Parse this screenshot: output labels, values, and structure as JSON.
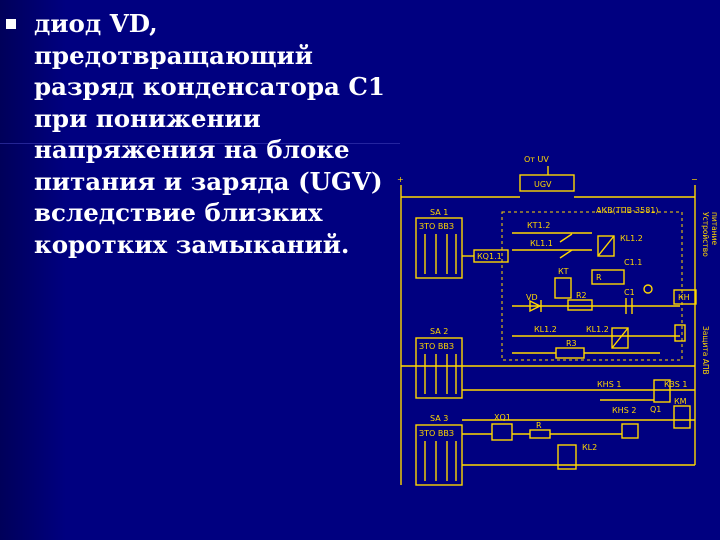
{
  "slide": {
    "lines": [
      "диод VD,",
      "предотвращающий",
      "разряд конденсатора С1",
      "при понижении",
      "напряжения на блоке",
      "питания и заряда (UGV)",
      "вследствие близких",
      "коротких замыканий."
    ]
  },
  "diagram": {
    "plus": "+",
    "minus": "−",
    "top_label": "От UV",
    "ugv": "UGV",
    "sa1": "SA 1",
    "sa2": "SA 2",
    "sa3": "SA 3",
    "switch_header": "ЗТО ВВЗ",
    "akv": "АКВ(ТПВ-3581)",
    "kt12": "КТ1.2",
    "kl11": "КL1.1",
    "kl12": "КL1.2",
    "kq11": "КQ1.1",
    "kt": "КТ",
    "c11": "С1.1",
    "r": "R",
    "vd": "VD",
    "r2": "R2",
    "c1": "C1",
    "kh": "КН",
    "kl12b": "КL1.2",
    "kl12c": "КL1.2",
    "r3": "R3",
    "khs1": "КНS 1",
    "khs2": "КНS 2",
    "kzs1": "КЗS 1",
    "q1": "Q1",
    "km": "КМ",
    "xq1": "ХQ1",
    "r_lower": "R",
    "kl2": "КL2",
    "right_top": "Устройство",
    "right_top2": "питание",
    "right_bottom": "Защита АПВ"
  }
}
